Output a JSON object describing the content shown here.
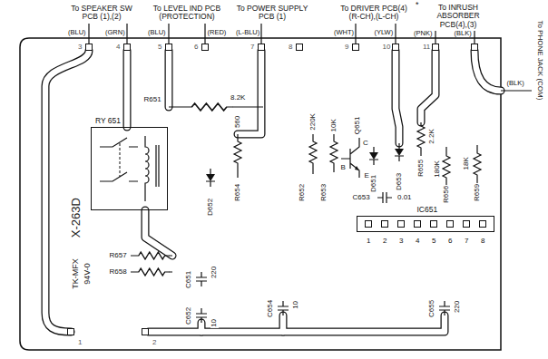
{
  "diagram": {
    "nodes": [
      {
        "text": [
          "RY 651"
        ]
      },
      {
        "text": [
          "IC651"
        ]
      }
    ],
    "labels": [
      "To SPEAKER SW PCB (1),(2)",
      "(BLU)",
      "(GRN)",
      "To LEVEL IND PCB (PROTECTION)",
      "(BLU)",
      "(RED)",
      "To POWER SUPPLY PCB (1)",
      "(L-BLU)",
      "To DRIVER PCB(4) (R-CH),(L-CH)",
      "(WHT)",
      "(YLW)",
      "*",
      "To INRUSH ABSORBER PCB(4),(3)",
      "(PNK)",
      "(BLK)",
      "(BLK)",
      "To PHONE JACK (COM)",
      "3",
      "4",
      "5",
      "6",
      "7",
      "8",
      "9",
      "10",
      "11",
      "1",
      "2",
      "R651",
      "8.2K",
      "D652",
      "560",
      "R654",
      "220K",
      "R652",
      "10K",
      "R653",
      "Q651",
      "C",
      "B",
      "E",
      "D651",
      "D653",
      "2.2K",
      "R655",
      "180K",
      "R656",
      "18K",
      "R659",
      "C653",
      "0.01",
      "R657",
      "R658",
      "C651",
      "220",
      "C652",
      "10",
      "C654",
      "10",
      "C655",
      "220",
      "X-263D",
      "TK-MFX",
      "94V-0",
      "1",
      "2",
      "3",
      "4",
      "5",
      "6",
      "7",
      "8"
    ]
  }
}
